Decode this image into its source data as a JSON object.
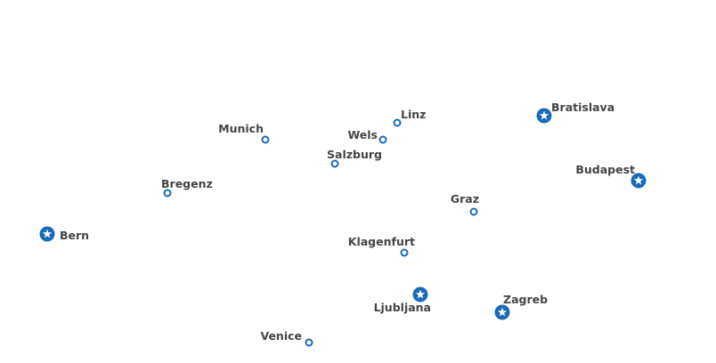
{
  "map": {
    "marker_color": "#1a6ab8",
    "label_color": "#444444",
    "cities": [
      {
        "name": "Munich",
        "type": "city"
      },
      {
        "name": "Linz",
        "type": "city"
      },
      {
        "name": "Wels",
        "type": "city"
      },
      {
        "name": "Salzburg",
        "type": "city"
      },
      {
        "name": "Bregenz",
        "type": "city"
      },
      {
        "name": "Graz",
        "type": "city"
      },
      {
        "name": "Klagenfurt",
        "type": "city"
      },
      {
        "name": "Venice",
        "type": "city"
      },
      {
        "name": "Bratislava",
        "type": "capital"
      },
      {
        "name": "Budapest",
        "type": "capital"
      },
      {
        "name": "Bern",
        "type": "capital"
      },
      {
        "name": "Ljubljana",
        "type": "capital"
      },
      {
        "name": "Zagreb",
        "type": "capital"
      }
    ]
  }
}
